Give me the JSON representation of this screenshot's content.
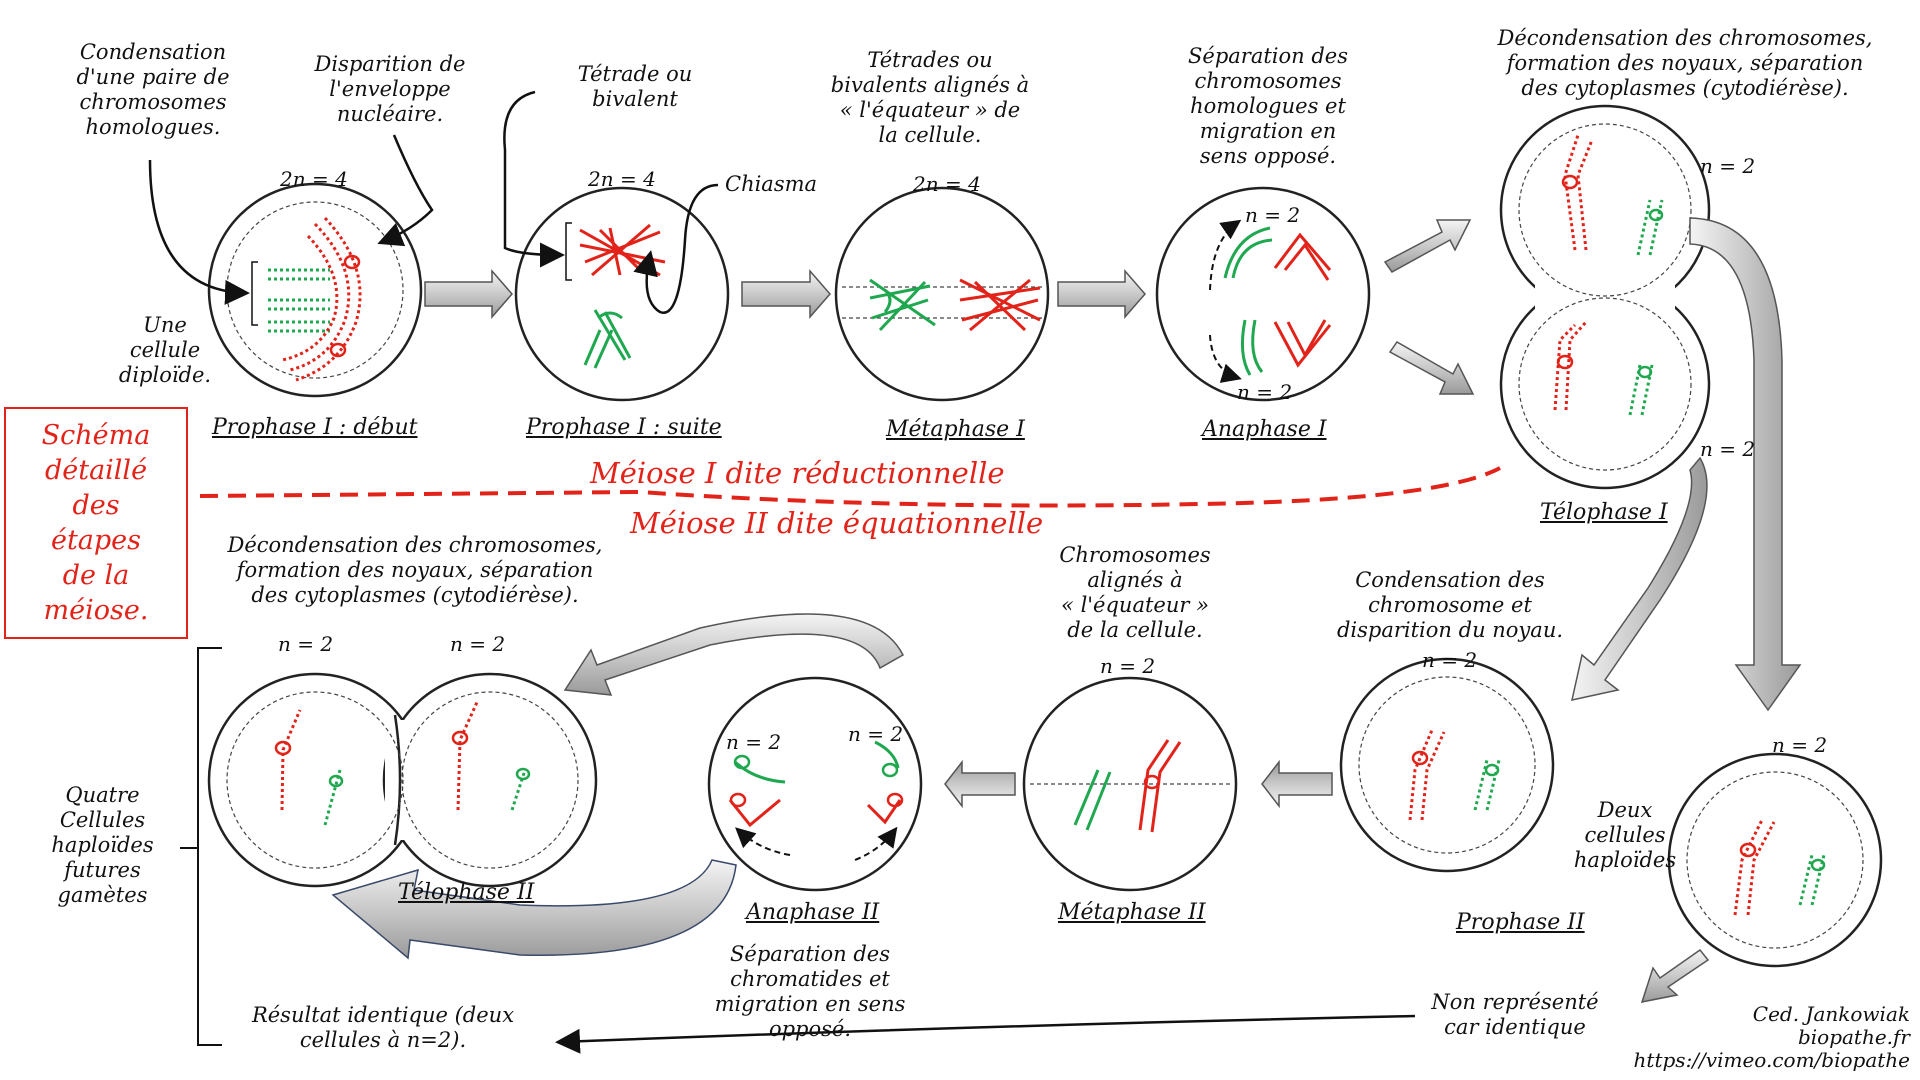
{
  "title": "Schéma\ndétaillé\ndes\nétapes\nde la\nméiose.",
  "colors": {
    "homolog_a": "#e2231a",
    "homolog_b": "#1fa84f",
    "outline": "#222222",
    "annotation": "#e2231a"
  },
  "divider": {
    "meiose_1": "Méiose I dite réductionnelle",
    "meiose_2": "Méiose II dite équationnelle"
  },
  "phases": {
    "prophase_1_debut": "Prophase I : début",
    "prophase_1_suite": "Prophase I : suite",
    "metaphase_1": "Métaphase I",
    "anaphase_1": "Anaphase I",
    "telophase_1": "Télophase  I",
    "prophase_2": "Prophase II",
    "metaphase_2": "Métaphase II",
    "anaphase_2": "Anaphase II",
    "telophase_2": "Télophase  II"
  },
  "ploidy": {
    "two_n_4": "2n = 4",
    "n_2": "n = 2"
  },
  "annotations": {
    "condensation": "Condensation\nd'une paire de\nchromosomes\nhomologues.",
    "disparition": "Disparition de\nl'enveloppe\nnucléaire.",
    "tetrade": "Tétrade ou\nbivalent",
    "chiasma": "Chiasma",
    "cellule_diploide": "Une\ncellule\ndiploïde.",
    "tetrades_alignes": "Tétrades ou\nbivalents alignés à\n« l'équateur » de\nla cellule.",
    "separation_homologues": "Séparation des\nchromosomes\nhomologues et\nmigration en\nsens opposé.",
    "decondensation_top": "Décondensation des chromosomes,\nformation des noyaux, séparation\ndes cytoplasmes (cytodiérèse).",
    "decondensation_bottom": "Décondensation des chromosomes,\nformation des noyaux, séparation\ndes cytoplasmes (cytodiérèse).",
    "chromosomes_alignes": "Chromosomes\nalignés à\n« l'équateur »\nde la cellule.",
    "condensation_chromosome": "Condensation des\nchromosome et\ndisparition du noyau.",
    "deux_cellules": "Deux\ncellules\nhaploïdes",
    "separation_chromatides": "Séparation des\nchromatides et\nmigration en sens\nopposé.",
    "quatre_cellules": "Quatre\nCellules\nhaploïdes\nfutures\ngamètes",
    "resultat": "Résultat identique (deux\ncellules à n=2).",
    "non_represente": "Non représenté\ncar identique"
  },
  "credits": {
    "author": "Ced. Jankowiak",
    "site": "biopathe.fr",
    "vimeo": "https://vimeo.com/biopathe"
  }
}
